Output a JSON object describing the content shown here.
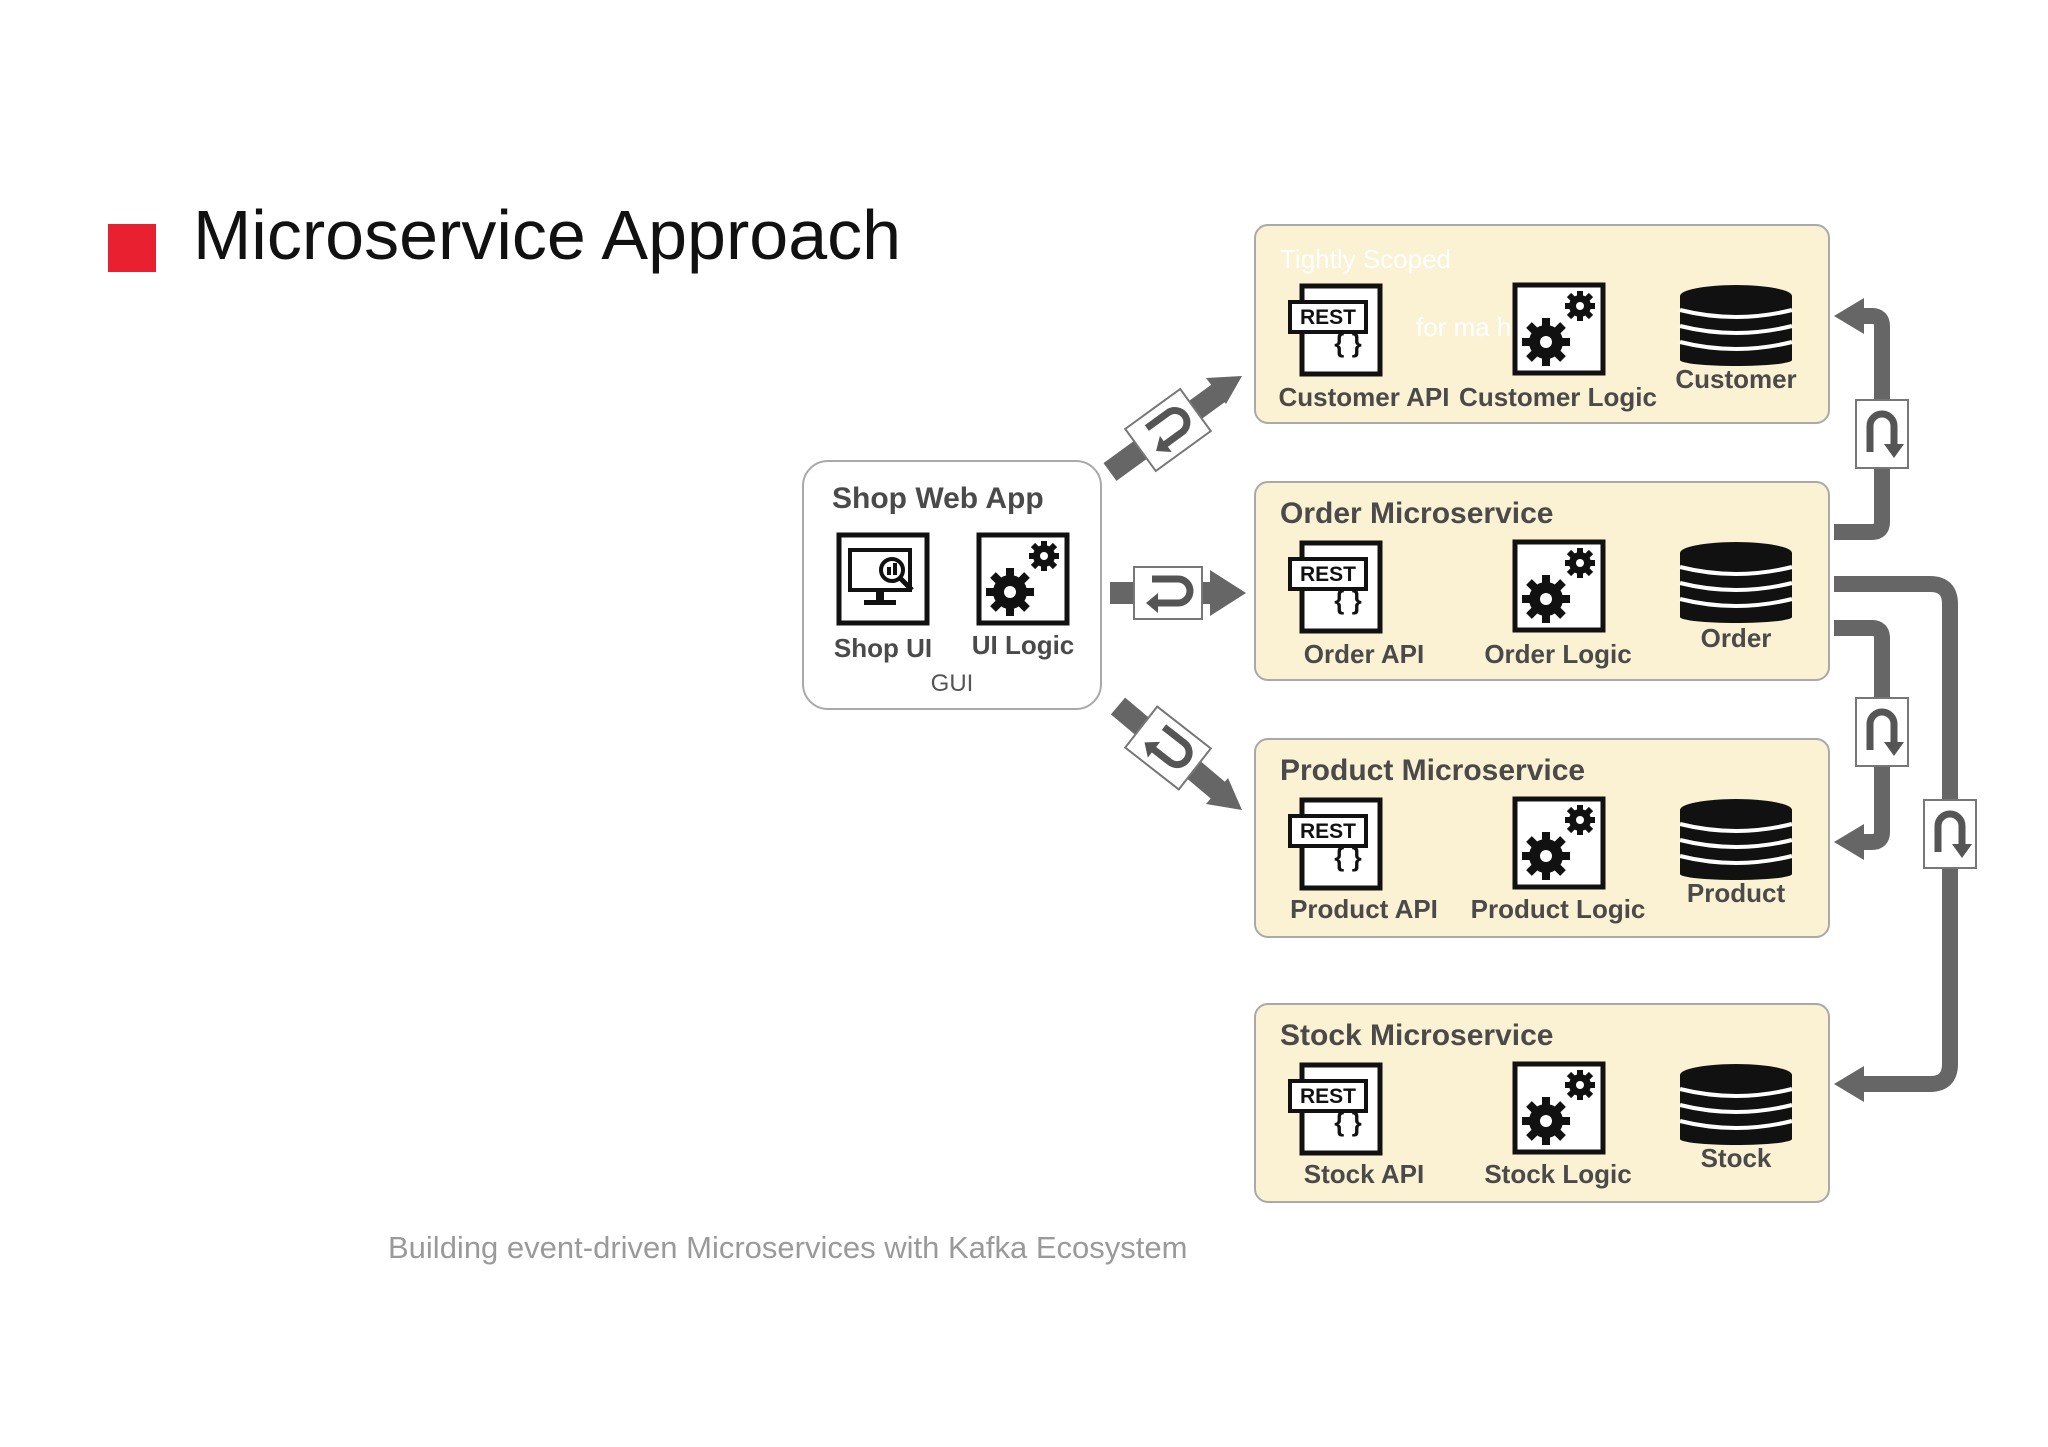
{
  "slide": {
    "title": "Microservice Approach",
    "footer": "Building event-driven Microservices with Kafka Ecosystem",
    "accent_color": "#e8202f"
  },
  "app": {
    "title": "Shop Web App",
    "shop_ui_label": "Shop UI",
    "ui_logic_label": "UI Logic",
    "gui_label": "GUI",
    "icons": [
      "monitor-search-icon",
      "gears-icon"
    ]
  },
  "services": {
    "customer": {
      "title": "",
      "ghost_title": "Tightly Scoped",
      "ghost_text": "for ma    heir o",
      "api_label": "Customer API",
      "logic_label": "Customer Logic",
      "db_label": "Customer"
    },
    "order": {
      "title": "Order Microservice",
      "api_label": "Order API",
      "logic_label": "Order Logic",
      "db_label": "Order"
    },
    "product": {
      "title": "Product Microservice",
      "api_label": "Product API",
      "logic_label": "Product Logic",
      "db_label": "Product"
    },
    "stock": {
      "title": "Stock Microservice",
      "api_label": "Stock API",
      "logic_label": "Stock Logic",
      "db_label": "Stock"
    }
  },
  "icons": {
    "rest_badge": "REST",
    "rest_braces": "{ }",
    "api": "rest-api-icon",
    "logic": "gears-icon",
    "db": "database-icon",
    "connector": "u-turn-request-response-icon"
  },
  "colors": {
    "service_fill": "#fbf1d3",
    "border": "#a9a9a9",
    "arrow": "#666666",
    "text": "#4a4a4a"
  }
}
